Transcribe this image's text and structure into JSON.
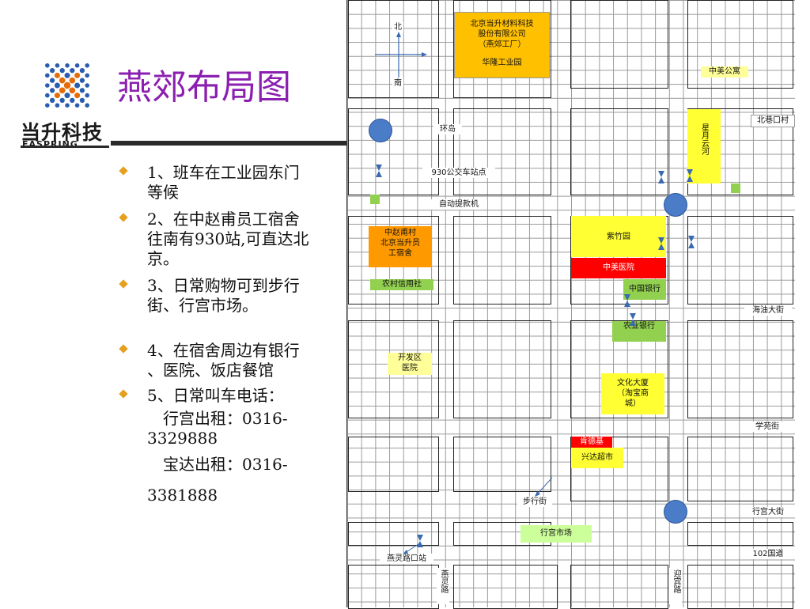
{
  "brand": {
    "cn": "当升科技",
    "en": "EASPRING",
    "accent": "#2a5db0",
    "accent2": "#e46c0a"
  },
  "title": "燕郊布局图",
  "bullets": [
    {
      "lines": [
        "1、班车在工业园东门",
        "等候"
      ]
    },
    {
      "lines": [
        "2、在中赵甫员工宿舍",
        "往南有930站,可直达北",
        "京。"
      ]
    },
    {
      "lines": [
        "3、日常购物可到步行",
        "街、行宫市场。"
      ]
    },
    {
      "lines": [
        "4、在宿舍周边有银行",
        "、医院、饭店餐馆"
      ]
    },
    {
      "lines": [
        "5、日常叫车电话：",
        "　行宫出租：0316-",
        "3329888",
        "　宝达出租：0316-",
        "3381888"
      ]
    }
  ],
  "map": {
    "compass": {
      "north": "北",
      "south": "南"
    },
    "labels": {
      "company": "北京当升材料科技股份有限公司（燕郊工厂）",
      "company_l1": "北京当升材料科技",
      "company_l2": "股份有限公司",
      "company_l3": "（燕郊工厂）",
      "hualong": "华隆工业园",
      "zhongmei_apt": "中美公寓",
      "beixiangkou": "北巷口村",
      "xingyue": "星月云河",
      "roundabout": "环岛",
      "bus930": "930公交车站点",
      "atm": "自动提款机",
      "dorm_l1": "中赵甫村",
      "dorm_l2": "北京当升员",
      "dorm_l3": "工宿舍",
      "rural_credit": "农村信用社",
      "zizhuyuan": "紫竹园",
      "zhongmei_hosp": "中美医院",
      "boc": "中国银行",
      "abc": "农业银行",
      "haiyou": "海油大街",
      "kaifaqu_l1": "开发区",
      "kaifaqu_l2": "医院",
      "wenhua_l1": "文化大厦",
      "wenhua_l2": "（淘宝商",
      "wenhua_l3": "城）",
      "xueyuan": "学苑街",
      "kendeji": "肯德基",
      "xingda": "兴达超市",
      "buxingjie": "步行街",
      "xinggong_st": "行宫大街",
      "xinggong_mkt": "行宫市场",
      "road102": "102国道",
      "yanling_stop": "燕灵路口站",
      "yanling_rd": "燕灵路",
      "yingbin_rd": "迎宾路"
    }
  }
}
